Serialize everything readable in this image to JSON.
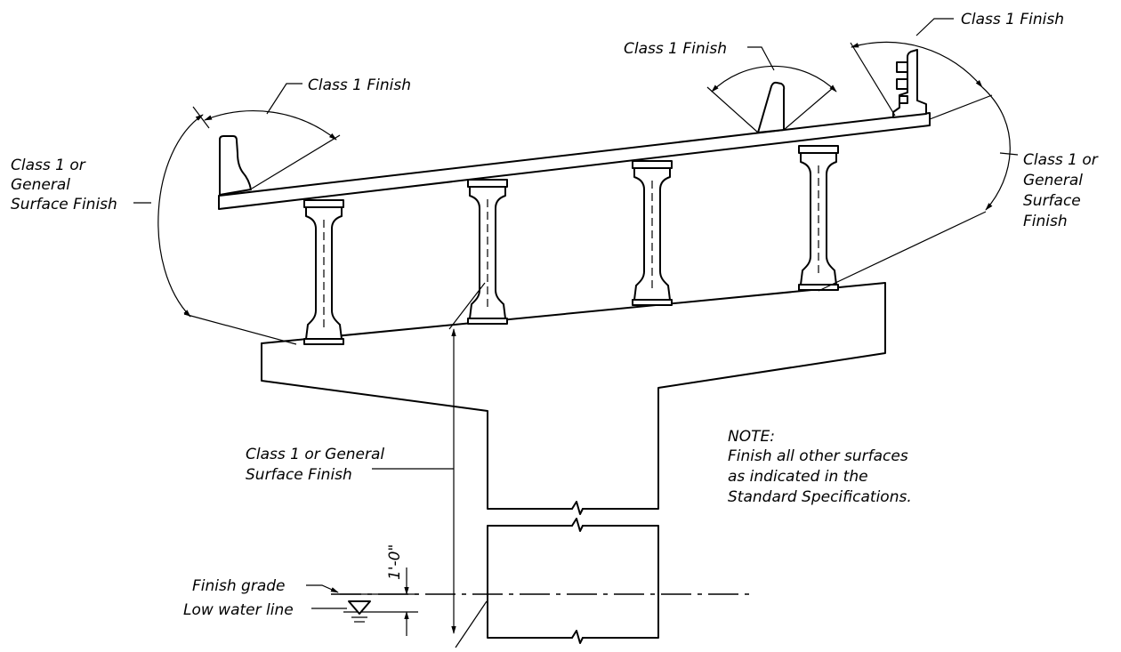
{
  "labels": {
    "class1_left": "Class 1 Finish",
    "class1_middle": "Class 1 Finish",
    "class1_right": "Class 1 Finish",
    "left_side": [
      "Class 1 or",
      "General",
      "Surface Finish"
    ],
    "right_side": [
      "Class 1 or",
      "General",
      "Surface",
      "Finish"
    ],
    "column": [
      "Class 1 or General",
      "Surface Finish"
    ],
    "finish_grade": "Finish grade",
    "low_water_line": "Low water line",
    "dimension": "1'-0\""
  },
  "note": {
    "title": "NOTE:",
    "lines": [
      "Finish all other surfaces",
      "as indicated in the",
      "Standard Specifications."
    ]
  }
}
